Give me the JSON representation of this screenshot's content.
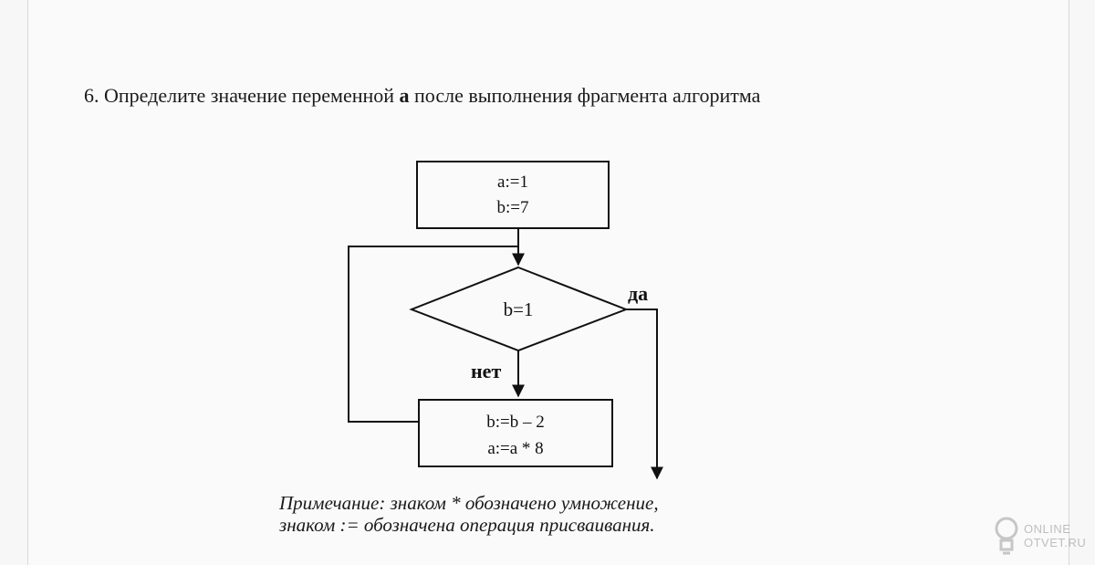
{
  "question": {
    "number": "6.",
    "text_before": "Определите значение переменной",
    "variable": "а",
    "text_after": "после выполнения фрагмента алгоритма"
  },
  "flowchart": {
    "init_line1": "a:=1",
    "init_line2": "b:=7",
    "condition": "b=1",
    "yes_label": "да",
    "no_label": "нет",
    "body_line1": "b:=b – 2",
    "body_line2": "a:=a * 8"
  },
  "note": {
    "line1": "Примечание: знаком * обозначено умножение,",
    "line2": "знаком := обозначена операция присваивания."
  },
  "watermark": {
    "line1": "ONLINE",
    "line2": "OTVET.RU"
  }
}
